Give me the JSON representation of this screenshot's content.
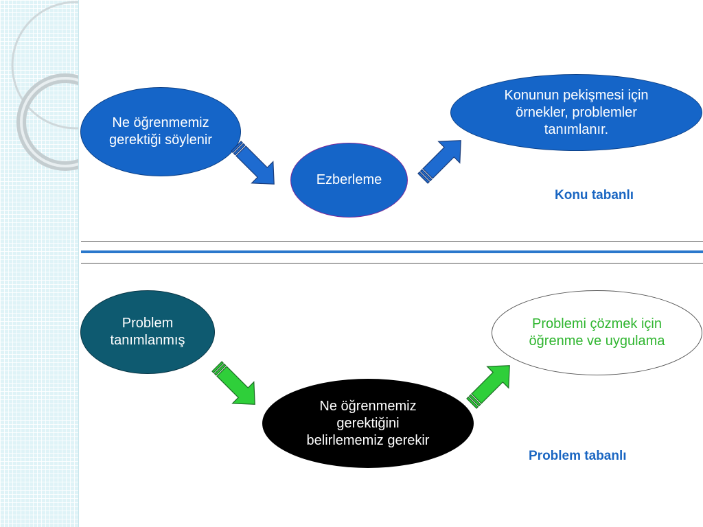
{
  "diagram": {
    "top": {
      "start_node": "Ne öğrenmemiz\ngerektiği söylenir",
      "middle_node": "Ezberleme",
      "end_node": "Konunun pekişmesi için\nörnekler, problemler\ntanımlanır.",
      "label": "Konu tabanlı"
    },
    "bottom": {
      "start_node": "Problem\ntanımlanmış",
      "middle_node": "Ne öğrenmemiz\ngerektiğini\nbelirlememiz gerekir",
      "end_node": "Problemi çözmek için\nöğrenme ve uygulama",
      "label": "Problem tabanlı"
    }
  },
  "colors": {
    "blue_node": "#1565c8",
    "teal_node": "#0e5a70",
    "green_arrow": "#2fcf3a",
    "green_text": "#2fb52f",
    "label_text": "#1a66c2",
    "divider_accent": "#2a78cc"
  }
}
